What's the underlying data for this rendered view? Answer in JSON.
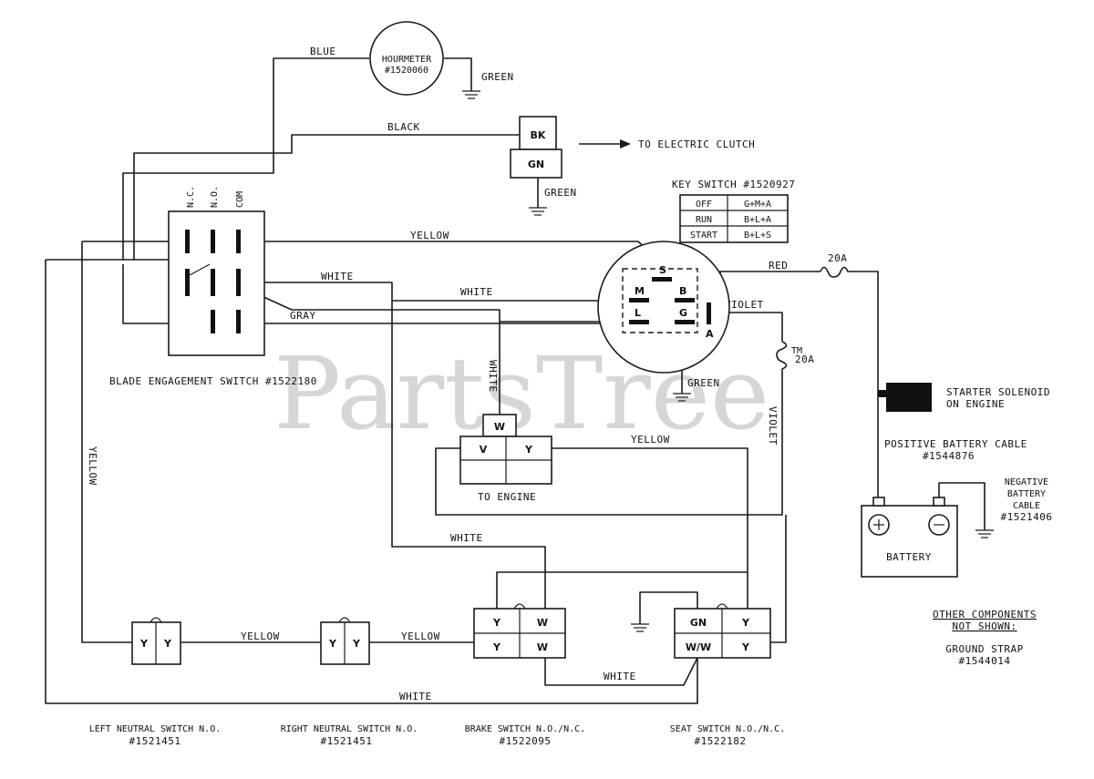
{
  "watermark": {
    "text": "PartsTree",
    "mark": "TM"
  },
  "wires": {
    "blue": "BLUE",
    "black": "BLACK",
    "yellow_top": "YELLOW",
    "white_a": "WHITE",
    "white_b": "WHITE",
    "gray": "GRAY",
    "red": "RED",
    "violet": "VIOLET",
    "white_vert": "WHITE",
    "violet_vert": "VIOLET",
    "yellow_left": "YELLOW",
    "yellow_mid": "YELLOW",
    "white_mid": "WHITE",
    "yellow_s1": "YELLOW",
    "yellow_s2": "YELLOW",
    "white_low": "WHITE",
    "white_bottom": "WHITE"
  },
  "hourmeter": {
    "name": "HOURMETER",
    "part": "#1520060",
    "ground": "GREEN"
  },
  "clutch": {
    "bk": "BK",
    "gn": "GN",
    "arrow_label": "TO ELECTRIC CLUTCH",
    "ground": "GREEN"
  },
  "keyswitch": {
    "title": "KEY SWITCH #1520927",
    "rows": [
      {
        "pos": "OFF",
        "conn": "G+M+A"
      },
      {
        "pos": "RUN",
        "conn": "B+L+A"
      },
      {
        "pos": "START",
        "conn": "B+L+S"
      }
    ],
    "terminals": {
      "s": "S",
      "m": "M",
      "b": "B",
      "l": "L",
      "g": "G",
      "a": "A"
    },
    "ground": "GREEN"
  },
  "fuses": {
    "f1": "20A",
    "f2": "20A"
  },
  "blade_switch": {
    "nc": "N.C.",
    "no": "N.O.",
    "com": "COM",
    "label": "BLADE ENGAGEMENT SWITCH #1522180"
  },
  "engine": {
    "w": "W",
    "v": "V",
    "y": "Y",
    "label": "TO ENGINE"
  },
  "solenoid": {
    "line1": "STARTER SOLENOID",
    "line2": "ON ENGINE"
  },
  "pos_cable": {
    "line1": "POSITIVE BATTERY CABLE",
    "line2": "#1544876"
  },
  "neg_cable": {
    "line1": "NEGATIVE",
    "line2": "BATTERY",
    "line3": "CABLE",
    "line4": "#1521406"
  },
  "battery": {
    "label": "BATTERY"
  },
  "other": {
    "title": "OTHER COMPONENTS",
    "title2": "NOT SHOWN:",
    "item1": "GROUND STRAP",
    "item2": "#1544014"
  },
  "left_neutral": {
    "t1": "Y",
    "t2": "Y",
    "label": "LEFT NEUTRAL SWITCH N.O.",
    "part": "#1521451"
  },
  "right_neutral": {
    "t1": "Y",
    "t2": "Y",
    "label": "RIGHT NEUTRAL SWITCH N.O.",
    "part": "#1521451"
  },
  "brake": {
    "a": "Y",
    "b": "W",
    "c": "Y",
    "d": "W",
    "label": "BRAKE SWITCH N.O./N.C.",
    "part": "#1522095"
  },
  "seat": {
    "a": "GN",
    "b": "Y",
    "c": "W/W",
    "d": "Y",
    "label": "SEAT SWITCH N.O./N.C.",
    "part": "#1522182"
  }
}
